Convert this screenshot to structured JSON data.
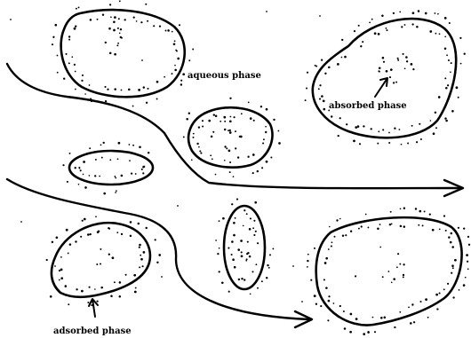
{
  "labels": {
    "aqueous": "aqueous phase",
    "absorbed": "absorbed phase",
    "adsorbed": "adsorbed phase"
  },
  "colors": {
    "ink": "#000000",
    "background": "#ffffff"
  }
}
